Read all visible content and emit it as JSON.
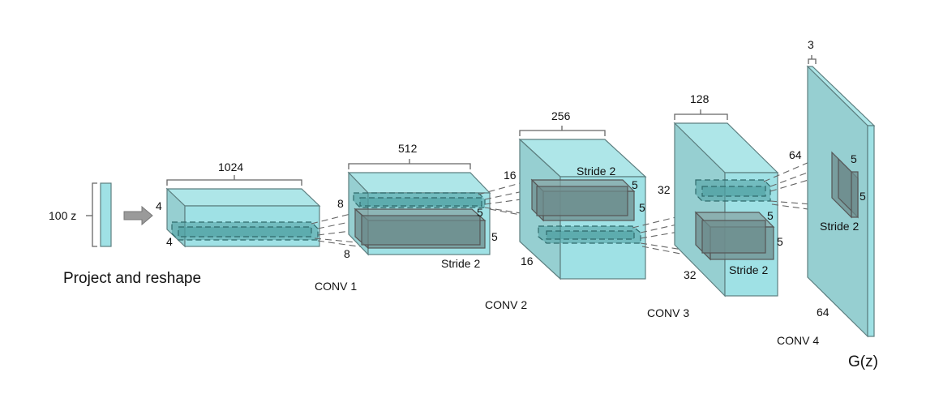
{
  "title": "DCGAN generator architecture",
  "input": {
    "label": "100 z",
    "caption": "Project and reshape"
  },
  "layers": [
    {
      "name": "reshape",
      "depth": "1024",
      "height": "4",
      "width": "4",
      "caption": ""
    },
    {
      "name": "conv1",
      "depth": "512",
      "height": "8",
      "width": "8",
      "caption": "CONV 1",
      "kernel_h": "5",
      "kernel_w": "5",
      "stride": "Stride 2"
    },
    {
      "name": "conv2",
      "depth": "256",
      "height": "16",
      "width": "16",
      "caption": "CONV 2",
      "kernel_h": "5",
      "kernel_w": "5",
      "stride": "Stride 2"
    },
    {
      "name": "conv3",
      "depth": "128",
      "height": "32",
      "width": "32",
      "caption": "CONV 3",
      "kernel_h": "5",
      "kernel_w": "5",
      "stride": "Stride 2"
    },
    {
      "name": "conv4",
      "depth": "3",
      "height": "64",
      "width": "64",
      "caption": "CONV 4",
      "kernel_h": "5",
      "kernel_w": "5",
      "stride": "Stride 2"
    }
  ],
  "output": {
    "label": "G(z)"
  },
  "colors": {
    "volume": "#9fe1e5",
    "kernel": "#6e8c8c",
    "projection": "#4d9ea0"
  }
}
